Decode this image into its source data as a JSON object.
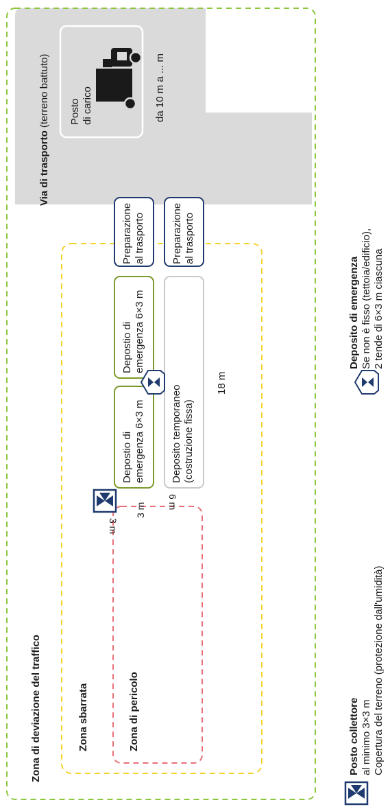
{
  "zones": {
    "traffic_diversion": "Zona di deviazione del traffico",
    "transport_route_bold": "Via di trasporto",
    "transport_route_note": "(terreno battuto)",
    "restricted": "Zona sbarrata",
    "danger": "Zona di pericolo"
  },
  "loading": {
    "line1": "Posto",
    "line2": "di carico",
    "distance": "da 10 m a ... m",
    "icon": "truck-icon"
  },
  "boxes": {
    "emergency_1_line1": "Depostio di",
    "emergency_1_line2": "emergenza 6×3 m",
    "emergency_2_line1": "Depostio di",
    "emergency_2_line2": "emergenza 6×3 m",
    "prep_1_line1": "Preparazione",
    "prep_1_line2": "al trasporto",
    "prep_2_line1": "Preparazione",
    "prep_2_line2": "al trasporto",
    "temporary_line1": "Deposito temporaneo",
    "temporary_line2": "(costruzione fissa)"
  },
  "dimensions": {
    "collector_w": "3 m",
    "collector_h": "3 m",
    "depth": "6 m",
    "length": "18 m"
  },
  "legend": {
    "collector_title": "Posto collettore",
    "collector_line1": "al minimo 3×3 m",
    "collector_line2": "Copertura del terreno (protezione dall'umidità)",
    "emergency_title": "Deposito di emergenza",
    "emergency_line1": "Se non è fisso (tettoia/edificio),",
    "emergency_line2": "2 tende di 6×3 m ciascuna"
  },
  "colors": {
    "outer_dash": "#8dc63f",
    "restricted_dash": "#f5d22e",
    "danger_dash": "#e8707a",
    "emergency_border": "#7a9a2a",
    "prep_border": "#1f3a6e",
    "temporary_border": "#c8c8c8",
    "gray_area": "#dadada",
    "icon_blue": "#1f3a6e"
  }
}
